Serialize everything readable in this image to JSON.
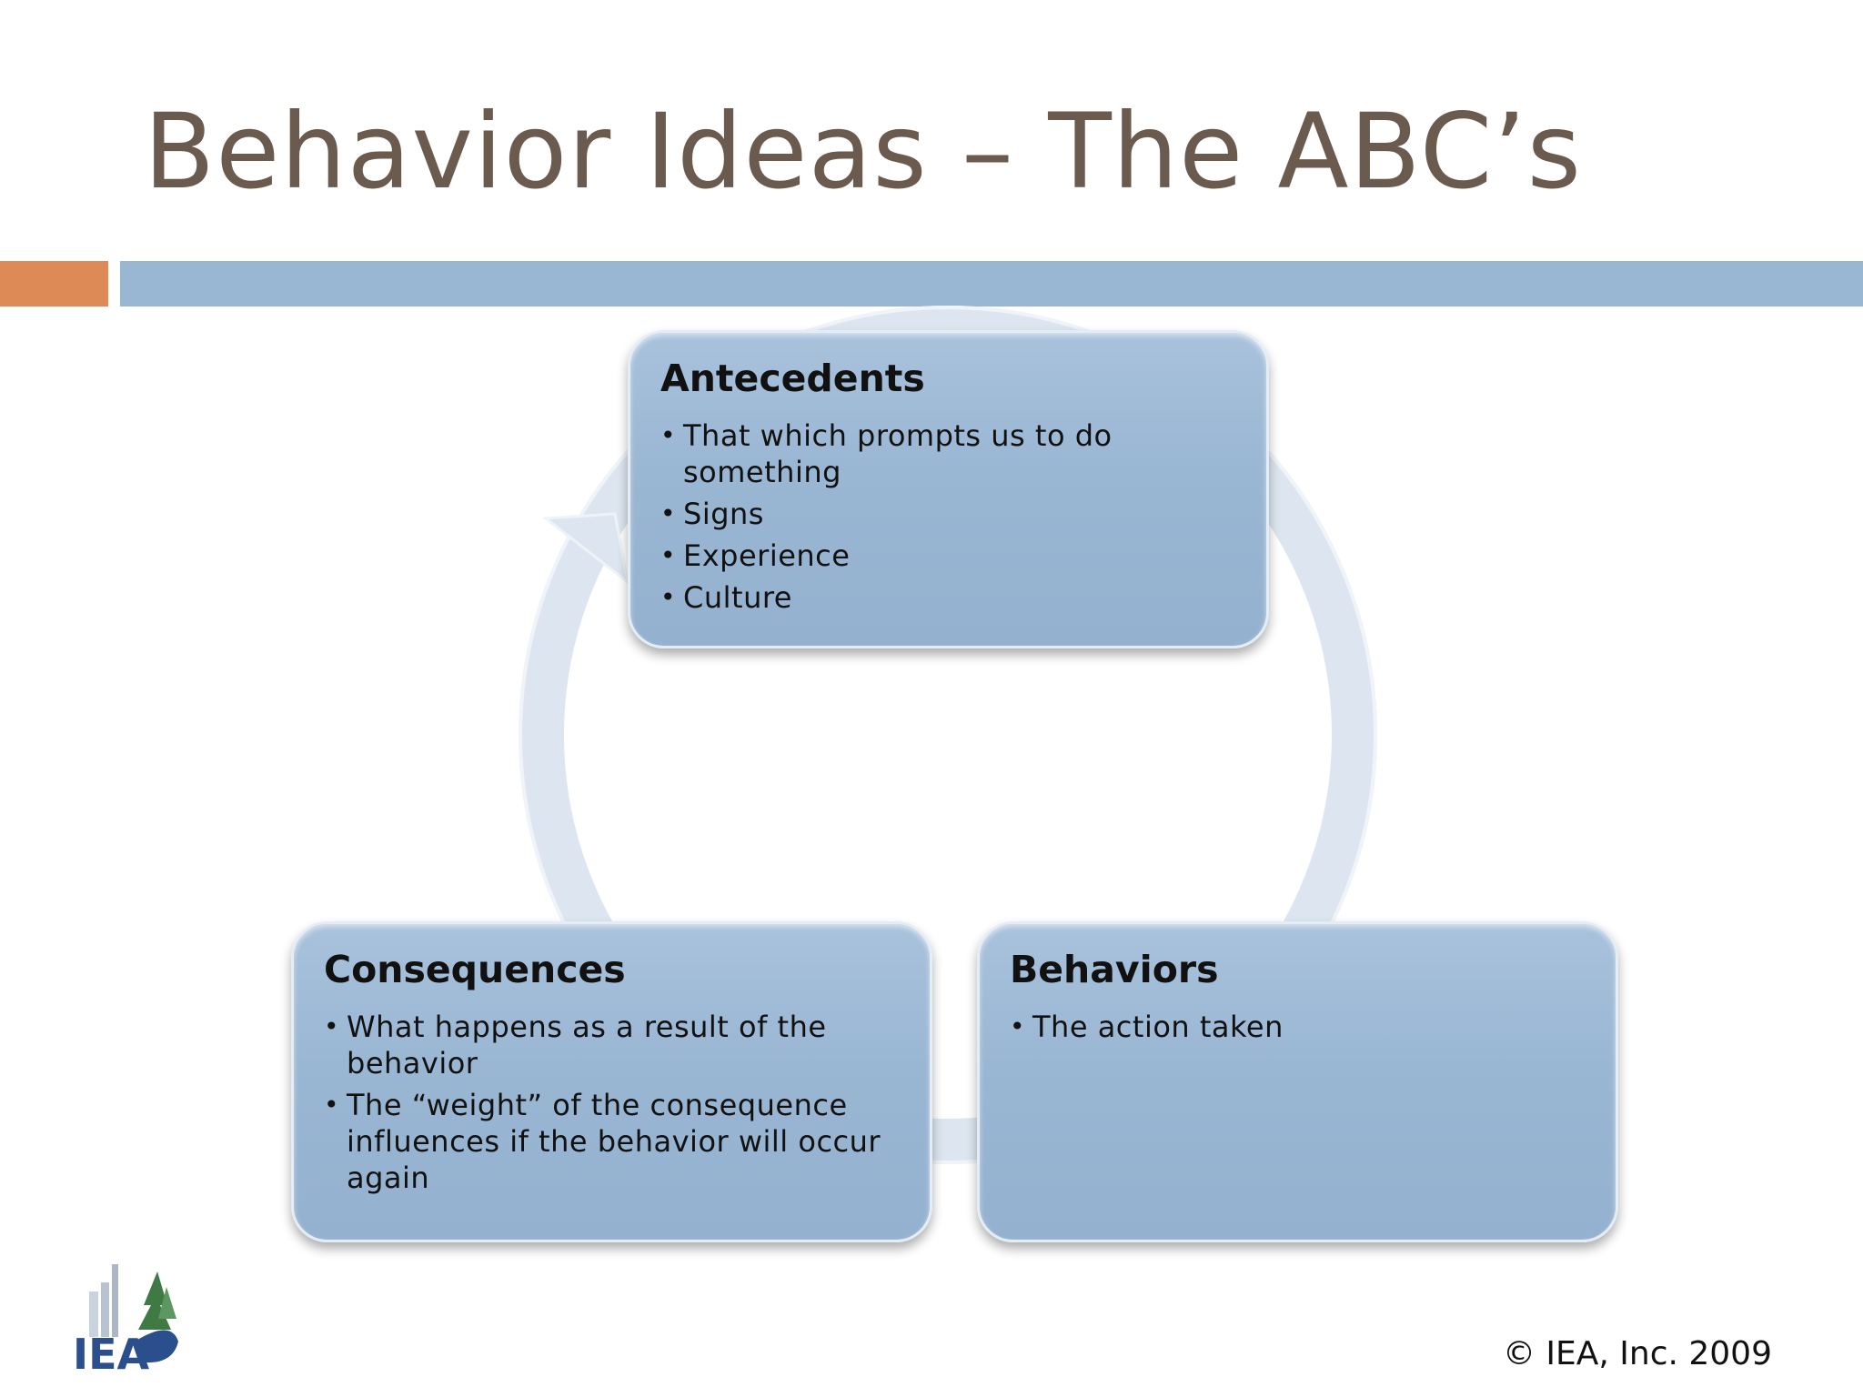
{
  "slide": {
    "title": "Behavior Ideas – The ABC’s",
    "copyright": "© IEA, Inc. 2009",
    "logo_text": "IEA"
  },
  "cycle": {
    "nodes": [
      {
        "id": "antecedents",
        "heading": "Antecedents",
        "bullets": [
          "That which prompts us to do something",
          "Signs",
          "Experience",
          "Culture"
        ]
      },
      {
        "id": "behaviors",
        "heading": "Behaviors",
        "bullets": [
          "The action taken"
        ]
      },
      {
        "id": "consequences",
        "heading": "Consequences",
        "bullets": [
          "What happens as a result of the behavior",
          "The “weight” of the consequence influences if the behavior will occur again"
        ]
      }
    ]
  },
  "colors": {
    "title": "#6b5a4e",
    "accent_orange": "#de8a57",
    "accent_blue": "#99b6d2",
    "box_fill": "#99b6d3",
    "cycle_arrow": "#dde6f0"
  }
}
